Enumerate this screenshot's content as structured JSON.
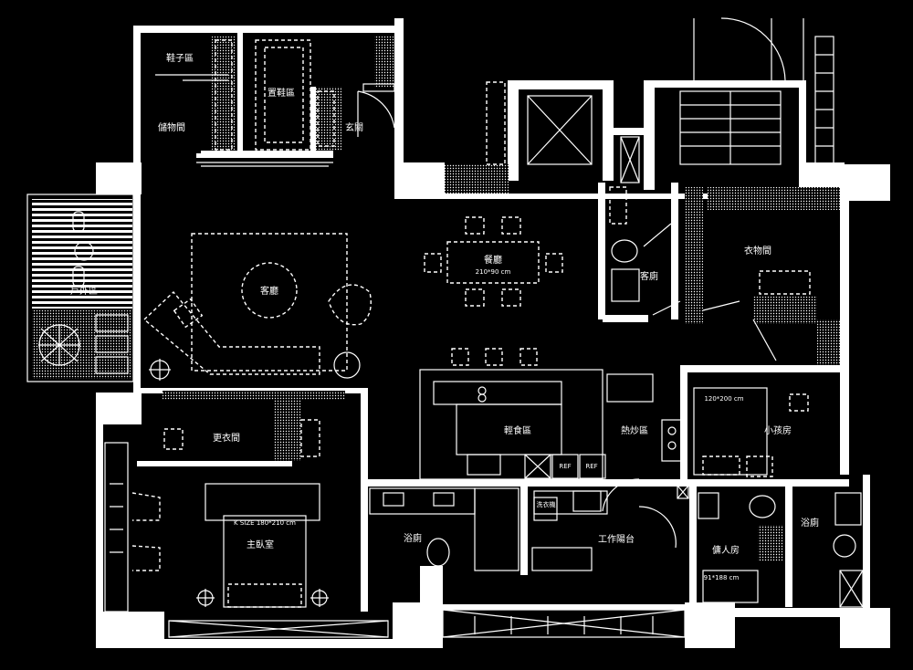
{
  "rooms": {
    "shoe_area": "鞋子區",
    "shoe_storage": "置鞋區",
    "storage": "儲物間",
    "entrance": "玄關",
    "living": "客廳",
    "dining": "餐廳",
    "dining_table_size": "210*90 cm",
    "guest_bath": "客廁",
    "closet": "衣物間",
    "balcony": "戶外區",
    "walk_in_closet": "更衣間",
    "light_kitchen": "輕食區",
    "hot_kitchen": "熱炒區",
    "kids_room": "小孩房",
    "kids_bed_size": "120*200 cm",
    "master_bed_size": "K SIZE 180*210 cm",
    "master_bedroom": "主臥室",
    "bath": "浴廁",
    "washer": "洗衣機",
    "utility_balcony": "工作陽台",
    "maid_room": "傭人房",
    "maid_bed_size": "91*188 cm",
    "bath_2": "浴廁",
    "ref_1": "REF",
    "ref_2": "REF"
  },
  "colors": {
    "background": "#000000",
    "lines": "#ffffff"
  }
}
